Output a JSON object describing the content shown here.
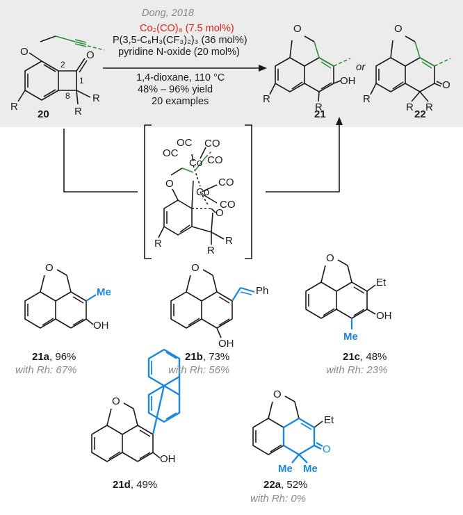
{
  "header": {
    "citation": "Dong, 2018"
  },
  "conditions": {
    "catalyst": "Co₂(CO)₈ (7.5 mol%)",
    "ligand": "P(3,5-C₆H₃(CF₃)₂)₃ (36 mol%)",
    "additive": "pyridine N-oxide (20 mol%)",
    "solvent": "1,4-dioxane, 110 °C",
    "yield_range": "48% – 96% yield",
    "scope": "20 examples"
  },
  "labels": {
    "substrate": "20",
    "product_a": "21",
    "product_b": "22",
    "or": "or"
  },
  "atoms": {
    "O": "O",
    "R": "R",
    "OH": "OH",
    "CO": "CO",
    "OC": "OC",
    "Co": "Co",
    "Me": "Me",
    "Et": "Et",
    "Ph": "Ph",
    "num2": "2",
    "num1": "1",
    "num8": "8"
  },
  "examples": [
    {
      "id": "21a",
      "yield": ", 96%",
      "rh": "with Rh: 67%"
    },
    {
      "id": "21b",
      "yield": ", 73%",
      "rh": "with Rh: 56%"
    },
    {
      "id": "21c",
      "yield": ", 48%",
      "rh": "with Rh: 23%"
    },
    {
      "id": "21d",
      "yield": ", 49%",
      "rh": ""
    },
    {
      "id": "22a",
      "yield": ", 52%",
      "rh": "with Rh: 0%"
    }
  ],
  "colors": {
    "banner": "#ececec",
    "red": "#e0201a",
    "green": "#2e8b3a",
    "blue": "#1a86e0",
    "gray": "#8a8a8a"
  }
}
